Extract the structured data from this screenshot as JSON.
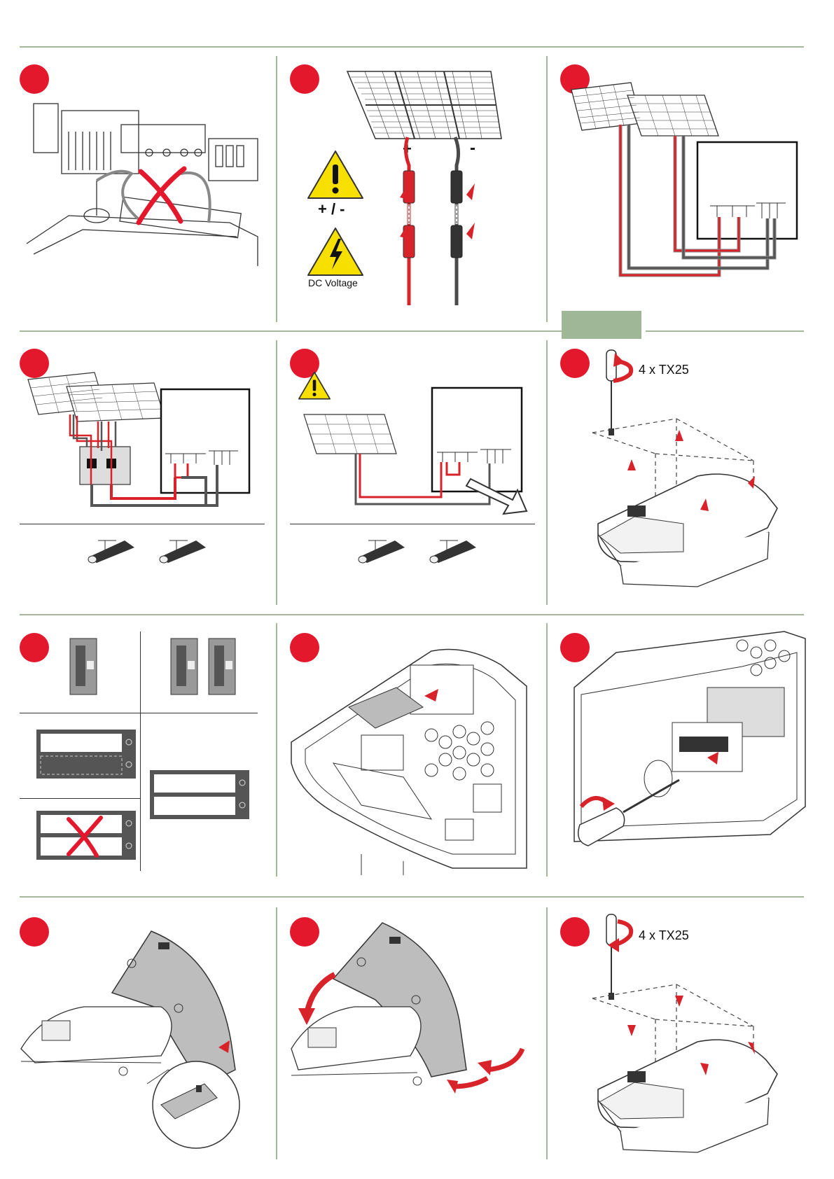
{
  "labels": {
    "plus": "+",
    "minus": "-",
    "plus_minus": "+ / -",
    "dc_voltage": "DC Voltage",
    "tx25_top": "4 x TX25",
    "tx25_bottom": "4 x TX25"
  },
  "colors": {
    "rule": "#a7b79a",
    "tag": "#9fb697",
    "step_dot": "#e3182d",
    "warning_yellow": "#f7e000",
    "wire_red": "#d8232a",
    "wire_grey": "#4a4a4a"
  },
  "icons": [
    "warning-icon",
    "high-voltage-icon",
    "screwdriver-icon",
    "rotate-arrow-icon",
    "x-mark-icon",
    "solar-panel-icon",
    "connector-icon"
  ]
}
